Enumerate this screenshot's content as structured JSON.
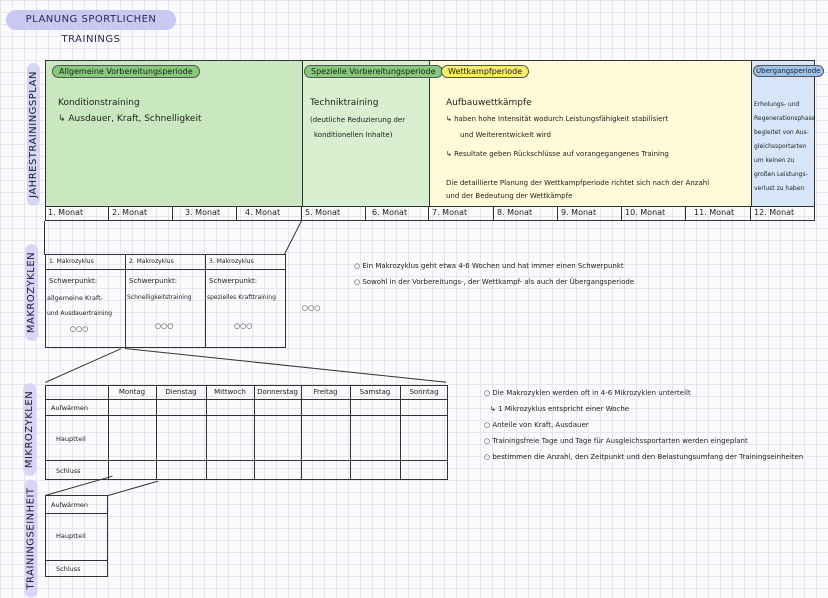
{
  "title": "PLANUNG SPORTLICHEN TRAININGS",
  "section_labels": {
    "jahr": "JAHRESTRAININGSPLAN",
    "makro": "MAKROZYKLEN",
    "mikro": "MIKROZYKLEN",
    "einheit": "TRAININGSEINHEIT"
  },
  "colors": {
    "allgemein": "#c9e8c0",
    "speziell": "#d8f0cf",
    "wettkampf": "#fffbd8",
    "uebergang": "#d6e6f8"
  },
  "phases": {
    "allgemein": {
      "label": "Allgemeine Vorbereitungsperiode",
      "line1": "Konditionstraining",
      "line2": "↳ Ausdauer, Kraft, Schnelligkeit"
    },
    "speziell": {
      "label": "Spezielle Vorbereitungsperiode",
      "line1": "Techniktraining",
      "line2": "(deutliche Reduzierung der",
      "line3": "konditionellen Inhalte)"
    },
    "wettkampf": {
      "label": "Wettkampfperiode",
      "line1": "Aufbauwettkämpfe",
      "line2": "↳ haben hohe Intensität wodurch Leistungsfähigkeit stabilisiert",
      "line3": "und Weiterentwickelt wird",
      "line4": "↳ Resultate geben Rückschlüsse auf vorangegangenes Training",
      "line5": "Die detaillierte Planung der Wettkampfperiode richtet sich nach der Anzahl",
      "line6": "und der Bedeutung der Wettkämpfe"
    },
    "uebergang": {
      "label": "Übergangsperiode",
      "lines": [
        "Erholungs- und",
        "Regenerationsphase",
        "begleitet von Aus-",
        "gleichssportarten",
        "um keinen zu",
        "großen Leistungs-",
        "verlust zu haben"
      ]
    }
  },
  "months": [
    "1. Monat",
    "2. Monat",
    "3. Monat",
    "4. Monat",
    "5. Monat",
    "6. Monat",
    "7. Monat",
    "8. Monat",
    "9. Monat",
    "10. Monat",
    "11. Monat",
    "12. Monat"
  ],
  "makro": {
    "cols": [
      {
        "head": "1. Makrozyklus",
        "l1": "Schwerpunkt:",
        "l2": "allgemeine Kraft-",
        "l3": "und Ausdauertraining",
        "dots": "○○○"
      },
      {
        "head": "2. Makrozyklus",
        "l1": "Schwerpunkt:",
        "l2": "Schnelligkeitstraining",
        "l3": "",
        "dots": "○○○"
      },
      {
        "head": "3. Makrozyklus",
        "l1": "Schwerpunkt:",
        "l2": "spezielles Krafttraining",
        "l3": "",
        "dots": "○○○"
      }
    ],
    "more": "○○○",
    "notes": [
      "○ Ein Makrozyklus geht etwa 4-6 Wochen und hat immer einen Schwerpunkt",
      "○ Sowohl in der Vorbereitungs-, der Wettkampf- als auch der Übergangsperiode"
    ]
  },
  "mikro": {
    "days": [
      "Montag",
      "Dienstag",
      "Mittwoch",
      "Donnerstag",
      "Freitag",
      "Samstag",
      "Sonntag"
    ],
    "rows": [
      "Aufwärmen",
      "Hauptteil",
      "Schluss"
    ],
    "notes": [
      "○ Die Makrozyklen werden oft in 4-6 Mikrozyklen unterteilt",
      "↳ 1 Mikrozyklus entspricht einer Woche",
      "○ Anteile von Kraft, Ausdauer",
      "○ Trainingsfreie Tage und Tage für Ausgleichssportarten werden eingeplant",
      "○ bestimmen die Anzahl, den Zeitpunkt und den Belastungsumfang der Trainingseinheiten"
    ]
  },
  "einheit": {
    "rows": [
      "Aufwärmen",
      "Hauptteil",
      "Schluss"
    ]
  }
}
